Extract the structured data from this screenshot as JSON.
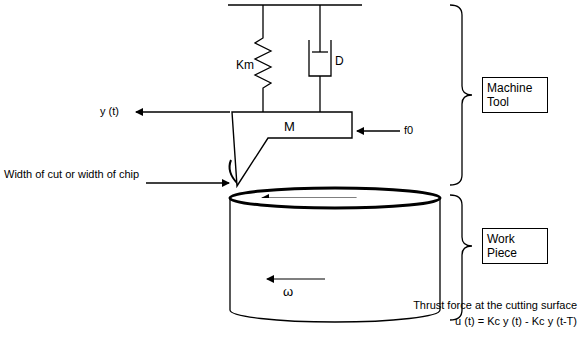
{
  "diagram": {
    "nodes": [
      {
        "text": [
          "M"
        ]
      },
      {
        "text": [
          "Machine Tool"
        ]
      },
      {
        "text": [
          "ω"
        ]
      },
      {
        "text": [
          "Work Piece"
        ]
      }
    ],
    "labels": [
      "Km",
      "D",
      "y (t)",
      "f0",
      "Width of cut or width of chip",
      "Thrust force at the cutting surface",
      "u (t) = Kc y (t) - Kc y (t-T)"
    ]
  }
}
